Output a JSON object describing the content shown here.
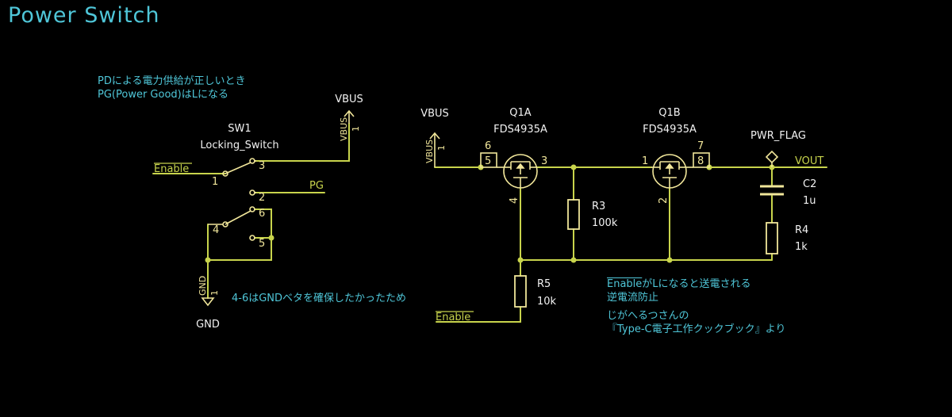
{
  "title": "Power Switch",
  "notes": {
    "pd_line1": "PDによる電力供給が正しいとき",
    "pd_line2": "PG(Power Good)はLになる",
    "gnd_note": "4-6はGNDベタを確保したかったため",
    "enable_over": "Enable",
    "enable_rest": "がLになると送電される",
    "reverse": "逆電流防止",
    "credit_line1": "じがへるつさんの",
    "credit_line2": "『Type-C電子工作クックブック』より"
  },
  "labels": {
    "vbus_left": "VBUS",
    "vbus_right": "VBUS",
    "vbus_left_sym": "VBUS",
    "vbus_right_sym": "VBUS",
    "pin1": "1",
    "sw_ref": "SW1",
    "sw_value": "Locking_Switch",
    "enable_sw": "Enable",
    "enable_bottom": "Enable",
    "pg": "PG",
    "gnd": "GND",
    "gnd_sym": "GND",
    "sw_pin1": "1",
    "sw_pin2": "2",
    "sw_pin3": "3",
    "sw_pin4": "4",
    "sw_pin5": "5",
    "sw_pin6": "6",
    "q1a_ref": "Q1A",
    "q1a_value": "FDS4935A",
    "q1a_pin_s1": "6",
    "q1a_pin_s2": "5",
    "q1a_pin_d": "3",
    "q1a_pin_g": "4",
    "q1b_ref": "Q1B",
    "q1b_value": "FDS4935A",
    "q1b_pin_d": "1",
    "q1b_pin_s1": "7",
    "q1b_pin_s2": "8",
    "q1b_pin_g": "2",
    "r3_ref": "R3",
    "r3_value": "100k",
    "r5_ref": "R5",
    "r5_value": "10k",
    "r4_ref": "R4",
    "r4_value": "1k",
    "c2_ref": "C2",
    "c2_value": "1u",
    "pwr_flag": "PWR_FLAG",
    "vout": "VOUT"
  },
  "colors": {
    "background": "#000000",
    "wire": "#c8d44c",
    "component": "#f1e69a",
    "text": "#f2f2f2",
    "note": "#4fc6d8",
    "junction": "#c8d44c"
  }
}
